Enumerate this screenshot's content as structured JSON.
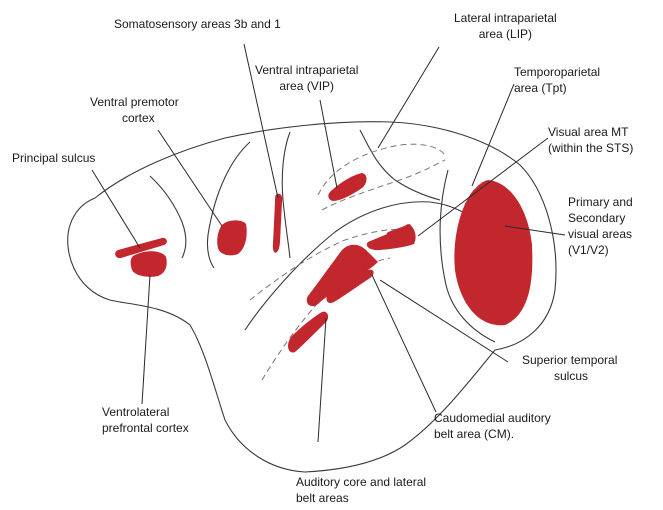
{
  "colors": {
    "region_fill": "#c1272d",
    "outline": "#3a3a3a",
    "sulcus_dashed": "#777777",
    "leader": "#2a2a2a"
  },
  "labels": {
    "somatosensory": [
      "Somatosensory areas 3b and 1"
    ],
    "lateral_intraparietal": [
      "Lateral intraparietal",
      "area (LIP)"
    ],
    "ventral_intraparietal": [
      "Ventral intraparietal",
      "area (VIP)"
    ],
    "temporoparietal": [
      "Temporoparietal",
      "area (Tpt)"
    ],
    "ventral_premotor": [
      "Ventral premotor",
      "cortex"
    ],
    "visual_mt": [
      "Visual area MT",
      "(within the STS)"
    ],
    "principal_sulcus": [
      "Principal sulcus"
    ],
    "primary_secondary_visual": [
      "Primary and",
      "Secondary",
      "visual areas",
      "(V1/V2)"
    ],
    "superior_temporal": [
      "Superior temporal",
      "sulcus"
    ],
    "ventrolateral_prefrontal": [
      "Ventrolateral",
      "prefrontal cortex"
    ],
    "caudomedial_auditory": [
      "Caudomedial auditory",
      "belt area (CM)."
    ],
    "auditory_core": [
      "Auditory core and lateral",
      "belt areas"
    ]
  }
}
